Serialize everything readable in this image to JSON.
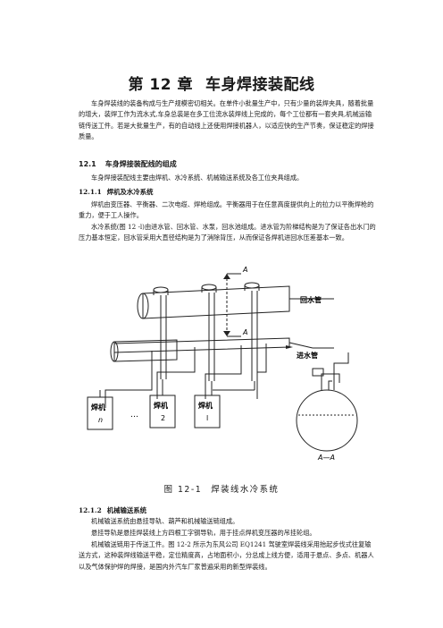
{
  "chapter": {
    "number": "第 12 章",
    "title": "车身焊接装配线"
  },
  "intro": "车身焊装线的装备构成与生产规模密切相关。在单件小批量生产中，只有少量的装焊夹具，随着批量的增大，装焊工作为流水式,车身总装是在多工位流水装焊线上完成的，每个工位都有一套夹具,机械运输链传送工件。若是大批量生产，有的自动线上还使用焊接机器人，以适应快的生产节奏，保证稳定的焊接质量。",
  "section_12_1": {
    "number": "12.1",
    "title": "车身焊接装配线的组成",
    "text": "车身焊接装配线主要由焊机、水冷系统、机械输送系统及各工位夹具组成。"
  },
  "section_12_1_1": {
    "number": "12.1.1",
    "title": "焊机及水冷系统",
    "para1": "焊机由变压器、平衡器、二次电缆、焊枪组成。平衡器用于在任意高度提供向上的拉力以平衡焊枪的重力，便于工人操作。",
    "para2": "水冷系统(图 12 -l)由进水管、回水管、水泵，回水池组成。进水管为阶梯结构是为了保证各出水门的压力基本恒定，回水管采用大直径结构是为了消除背压，从而保证各焊机进回水压差基本一致。"
  },
  "figure": {
    "caption_number": "图 12-1",
    "caption_text": "焊装线水冷系统",
    "label_return_pipe": "回水管",
    "label_inlet_pipe": "进水管",
    "section_mark": "A",
    "section_label": "A—A",
    "ellipsis": "…",
    "welders": [
      {
        "name": "焊机",
        "id": "n"
      },
      {
        "name": "焊机",
        "id": "2"
      },
      {
        "name": "焊机",
        "id": "l"
      }
    ]
  },
  "section_12_1_2": {
    "number": "12.1.2",
    "title": "机械输送系统",
    "para1": "机械输送系统由悬挂导轨、葫芦和机械输送链组成。",
    "para2": "悬挂导轨是悬挂焊装线上方四根工字钢导轨，用于挂点焊机变压器的吊挂轮组。",
    "para3": "机械输送链用于传送工件。图 12-2 所示为东风公司 EQ1241 驾驶室焊装线采用抬起步伐式往复输送方式，这种装焊线输送平稳，定位精度高，占地面积小，分总成上线方便，适用于悬点、多点、机器人以及气体保护焊的焊接，是国内外汽车厂家普遍采用的新型焊装线。"
  }
}
